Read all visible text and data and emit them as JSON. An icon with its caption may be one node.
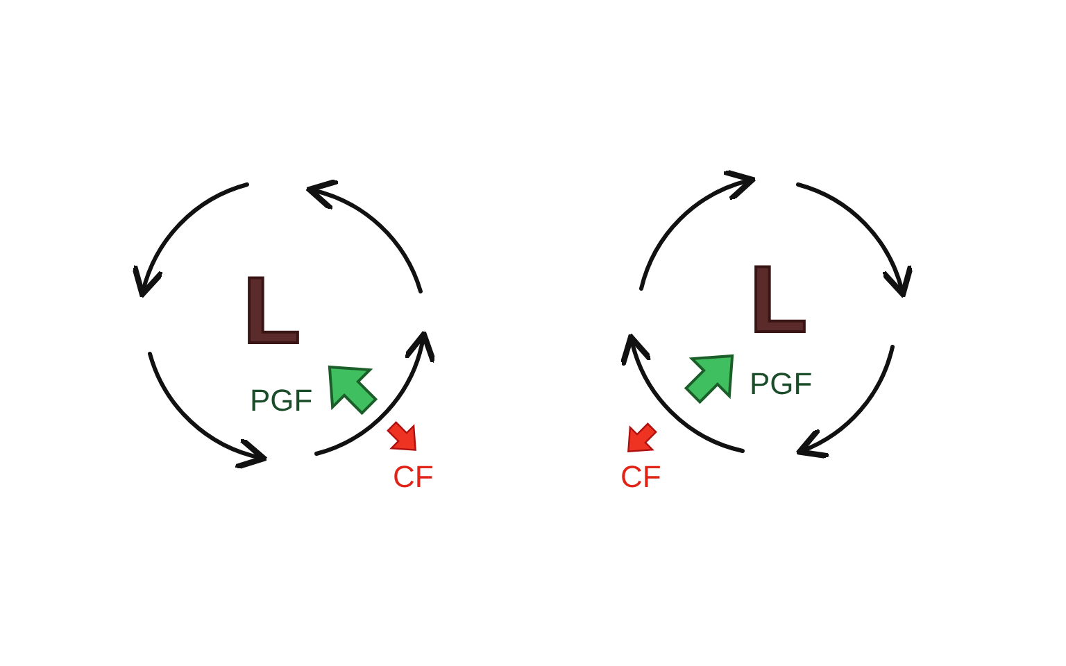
{
  "diagram": {
    "labels": [
      "L",
      "PGF",
      "CF",
      "L",
      "PGF",
      "CF"
    ]
  }
}
